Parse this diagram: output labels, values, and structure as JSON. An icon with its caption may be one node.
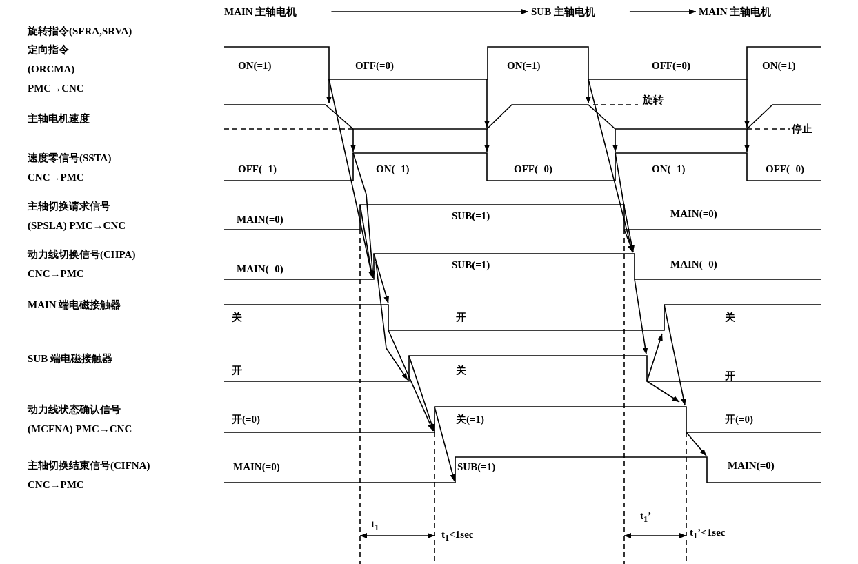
{
  "diagram": {
    "nodes": [
      {
        "text": [
          "MAIN 主轴电机"
        ]
      },
      {
        "text": [
          "SUB 主轴电机"
        ]
      },
      {
        "text": [
          "MAIN 主轴电机"
        ]
      }
    ],
    "edges": [
      {
        "from": 0,
        "to": 1,
        "arrow": "to"
      },
      {
        "from": 1,
        "to": 2,
        "arrow": "to"
      }
    ],
    "labels": [
      "旋转指令(SFRA,SRVA)",
      "定向指令 (ORCMA) PMC→CNC",
      "ON(=1)",
      "OFF(=0)",
      "ON(=1)",
      "OFF(=0)",
      "ON(=1)",
      "旋转",
      "主轴电机速度",
      "停止",
      "速度零信号(SSTA) CNC→PMC",
      "OFF(=1)",
      "ON(=1)",
      "OFF(=0)",
      "ON(=1)",
      "OFF(=0)",
      "主轴切换请求信号(SPSLA) PMC→CNC",
      "MAIN(=0)",
      "SUB(=1)",
      "MAIN(=0)",
      "动力线切换信号(CHPA) CNC→PMC",
      "MAIN(=0)",
      "SUB(=1)",
      "MAIN(=0)",
      "MAIN 端电磁接触器",
      "关",
      "开",
      "关",
      "SUB 端电磁接触器",
      "开",
      "关",
      "开",
      "动力线状态确认信号 (MCFNA) PMC→CNC",
      "开(=0)",
      "关(=1)",
      "开(=0)",
      "主轴切换结束信号(CIFNA) CNC→PMC",
      "MAIN(=0)",
      "SUB(=1)",
      "MAIN(=0)",
      "t$_{1}$",
      "t$_{1}$<1sec",
      "t$_{1}$’",
      "t$_{1}$’<1sec"
    ]
  }
}
